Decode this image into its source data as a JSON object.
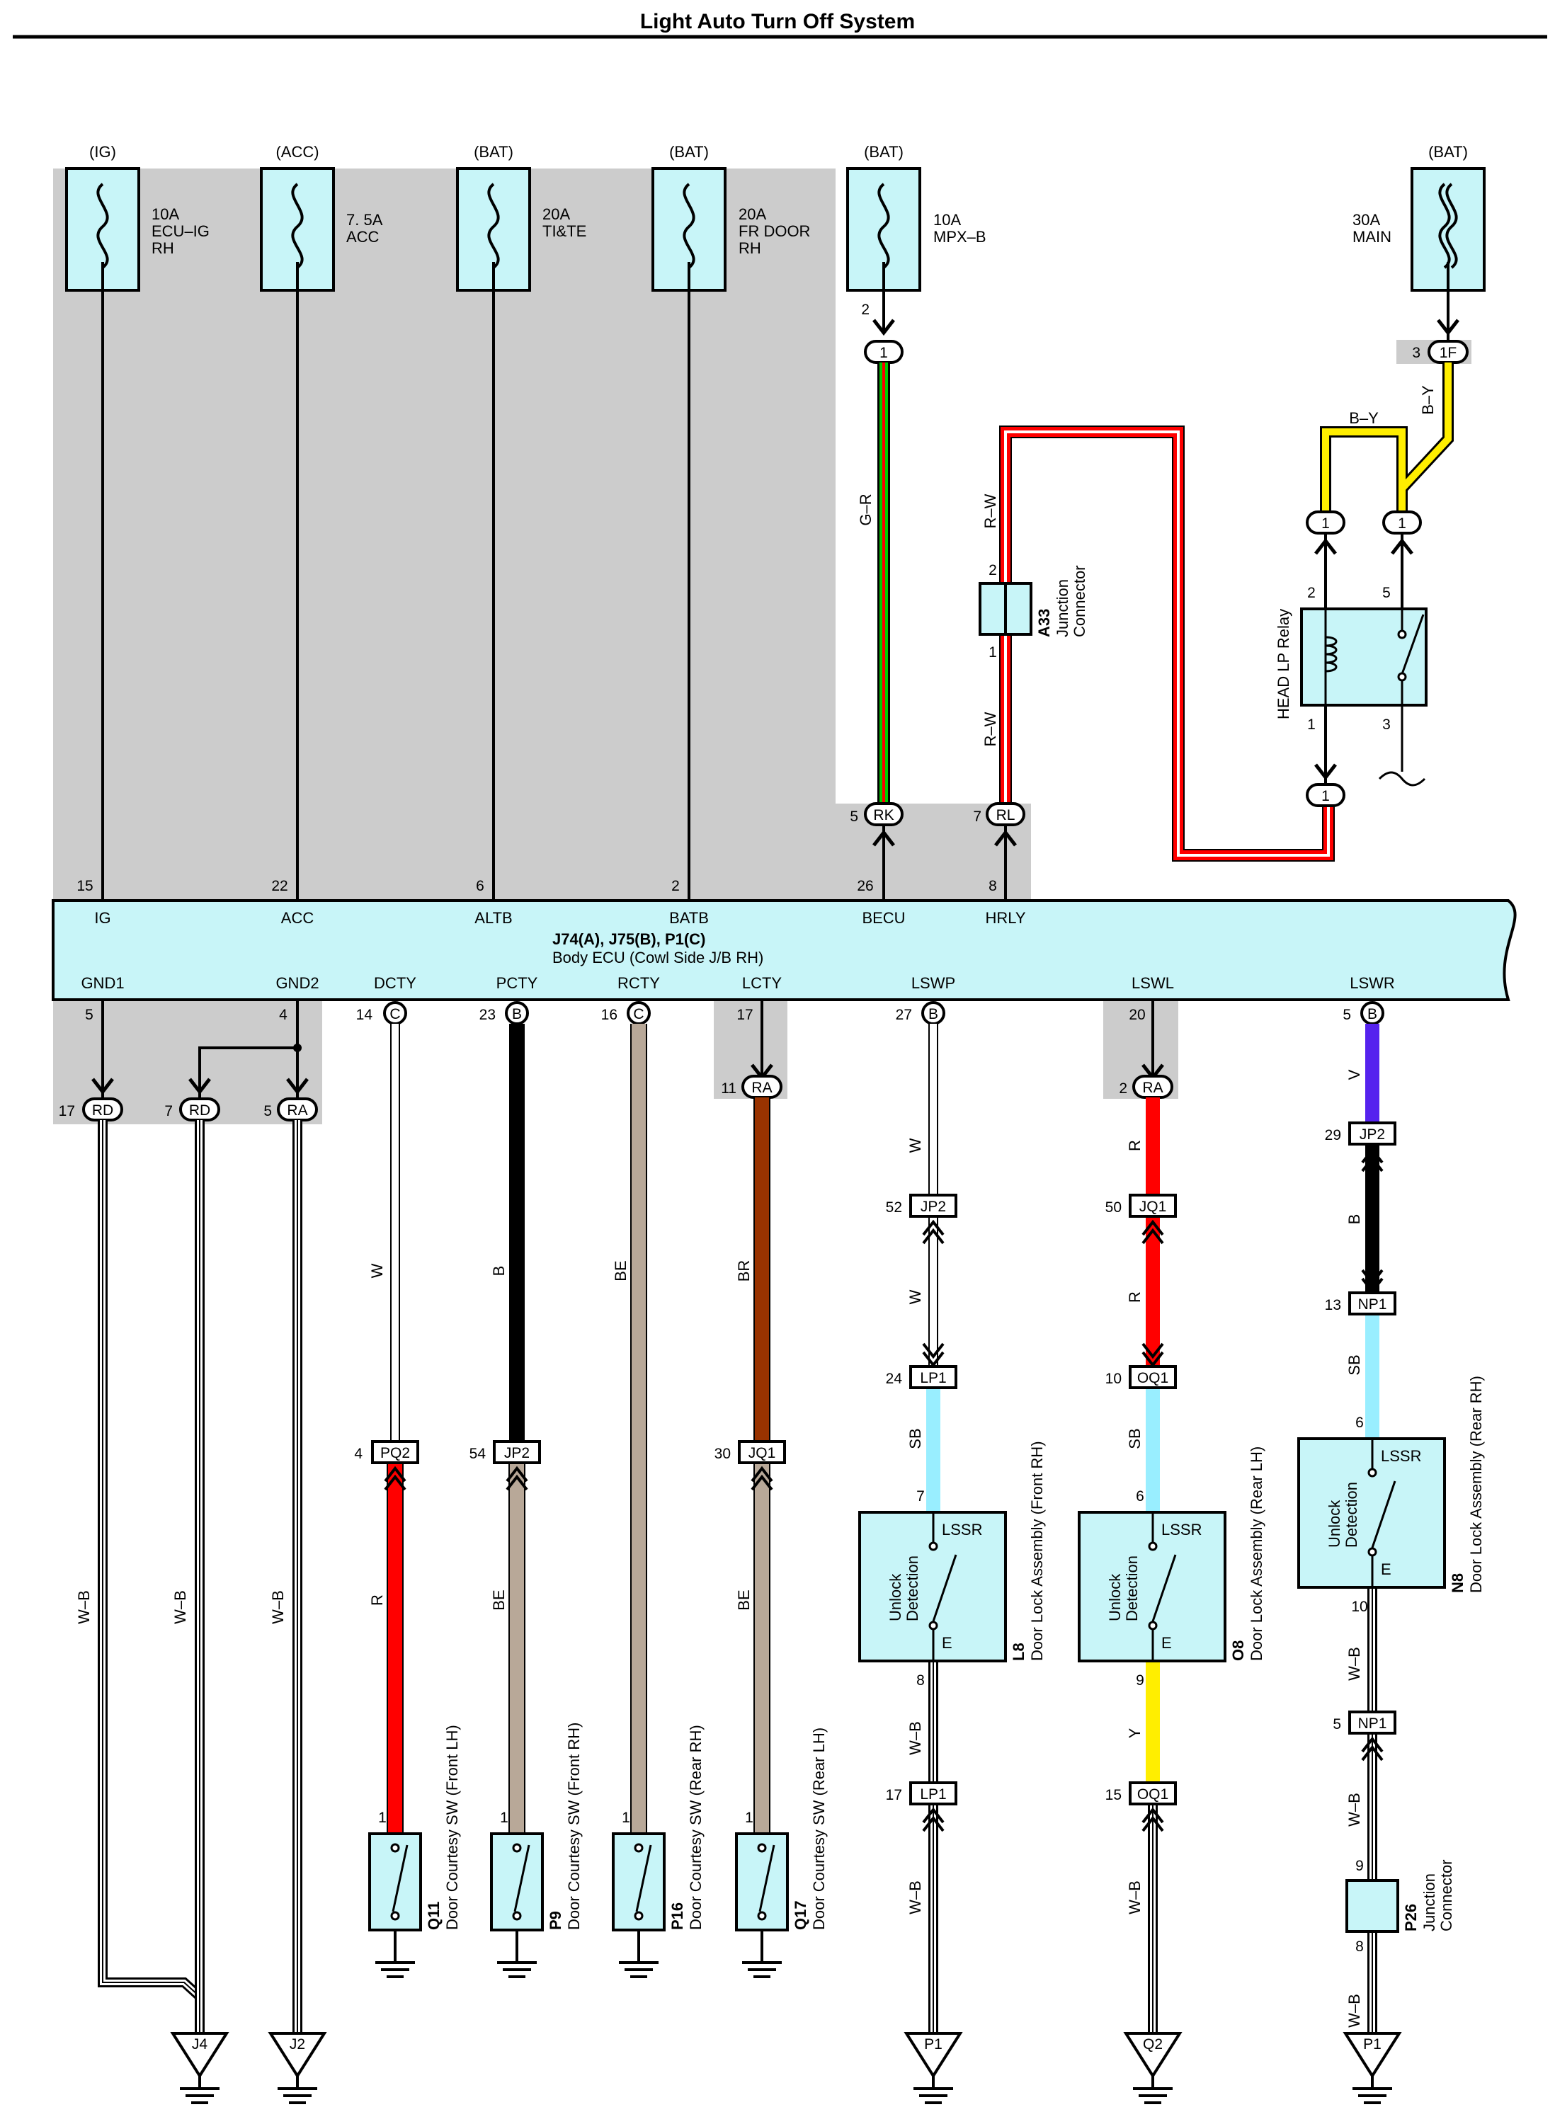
{
  "title": "Light Auto Turn Off System",
  "colors": {
    "box_fill": "#c8f5f8",
    "shade": "#cccccc",
    "R": "#ff0000",
    "G": "#00cc00",
    "B": "#000000",
    "W": "#ffffff",
    "BE": "#b8a898",
    "BR": "#993300",
    "SB": "#99eeff",
    "V": "#5522ee",
    "Y": "#ffee00"
  },
  "fuses": [
    {
      "source": "(IG)",
      "line1": "10A",
      "line2": "ECU–IG",
      "line3": "RH"
    },
    {
      "source": "(ACC)",
      "line1": "7. 5A",
      "line2": "ACC",
      "line3": ""
    },
    {
      "source": "(BAT)",
      "line1": "20A",
      "line2": "TI&TE",
      "line3": ""
    },
    {
      "source": "(BAT)",
      "line1": "20A",
      "line2": "FR DOOR",
      "line3": "RH"
    },
    {
      "source": "(BAT)",
      "line1": "10A",
      "line2": "MPX–B",
      "line3": ""
    },
    {
      "source": "(BAT)",
      "line1": "30A",
      "line2": "MAIN",
      "line3": ""
    }
  ],
  "ecu": {
    "line1": "J74(A), J75(B), P1(C)",
    "line2": "Body ECU (Cowl Side J/B RH)",
    "top_terminals": [
      {
        "name": "IG",
        "pin": "15"
      },
      {
        "name": "ACC",
        "pin": "22"
      },
      {
        "name": "ALTB",
        "pin": "6"
      },
      {
        "name": "BATB",
        "pin": "2"
      },
      {
        "name": "BECU",
        "pin": "26"
      },
      {
        "name": "HRLY",
        "pin": "8"
      }
    ],
    "bottom_terminals": [
      {
        "name": "GND1",
        "pin": "5",
        "conn": ""
      },
      {
        "name": "GND2",
        "pin": "4",
        "conn": ""
      },
      {
        "name": "DCTY",
        "pin": "14",
        "conn": "C"
      },
      {
        "name": "PCTY",
        "pin": "23",
        "conn": "B"
      },
      {
        "name": "RCTY",
        "pin": "16",
        "conn": "C"
      },
      {
        "name": "LCTY",
        "pin": "17",
        "conn": ""
      },
      {
        "name": "LSWP",
        "pin": "27",
        "conn": "B"
      },
      {
        "name": "LSWL",
        "pin": "20",
        "conn": ""
      },
      {
        "name": "LSWR",
        "pin": "5",
        "conn": "B"
      }
    ]
  },
  "junction_pins": {
    "mpx_pin": "2",
    "mpx_conn": "1",
    "rk_pin": "5",
    "rk_conn": "RK",
    "rl_pin": "7",
    "rl_conn": "RL",
    "f1_pin": "3",
    "f1_conn": "1F",
    "relay_conn_a": "1",
    "relay_conn_b": "1",
    "relay_conn_c": "1",
    "rd1_pin": "17",
    "rd1_conn": "RD",
    "rd2_pin": "7",
    "rd2_conn": "RD",
    "ra1_pin": "5",
    "ra1_conn": "RA",
    "ra2_pin": "11",
    "ra2_conn": "RA",
    "ra3_pin": "2",
    "ra3_conn": "RA"
  },
  "wire_labels": {
    "gr": "G–R",
    "rw1": "R–W",
    "rw2": "R–W",
    "by1": "B–Y",
    "by2": "B–Y",
    "wb1": "W–B",
    "wb2": "W–B",
    "wb3": "W–B",
    "w_dcty": "W",
    "r_dcty": "R",
    "b_pcty": "B",
    "be_pcty": "BE",
    "be_rcty": "BE",
    "br_lcty": "BR",
    "be_lcty": "BE",
    "w_lswp1": "W",
    "w_lswp2": "W",
    "sb_lswp": "SB",
    "wb_lswp1": "W–B",
    "wb_lswp2": "W–B",
    "r_lswl1": "R",
    "r_lswl2": "R",
    "sb_lswl": "SB",
    "y_lswl": "Y",
    "wb_lswl": "W–B",
    "v_lswr": "V",
    "b_lswr": "B",
    "sb_lswr": "SB",
    "wb_lswr1": "W–B",
    "wb_lswr2": "W–B",
    "wb_lswr3": "W–B"
  },
  "a33": {
    "code": "A33",
    "line1": "Junction",
    "line2": "Connector",
    "pin_top": "2",
    "pin_bottom": "1"
  },
  "relay": {
    "name": "HEAD LP Relay",
    "p2": "2",
    "p5": "5",
    "p1": "1",
    "p3": "3"
  },
  "inline_connectors": {
    "pq2": {
      "pin": "4",
      "conn": "PQ2"
    },
    "jp2a": {
      "pin": "54",
      "conn": "JP2"
    },
    "jq1a": {
      "pin": "30",
      "conn": "JQ1"
    },
    "jp2b": {
      "pin": "52",
      "conn": "JP2"
    },
    "lp1a": {
      "pin": "24",
      "conn": "LP1"
    },
    "lp1b": {
      "pin": "17",
      "conn": "LP1"
    },
    "jq1b": {
      "pin": "50",
      "conn": "JQ1"
    },
    "oq1a": {
      "pin": "10",
      "conn": "OQ1"
    },
    "oq1b": {
      "pin": "15",
      "conn": "OQ1"
    },
    "jp2c": {
      "pin": "29",
      "conn": "JP2"
    },
    "np1a": {
      "pin": "13",
      "conn": "NP1"
    },
    "np1b": {
      "pin": "5",
      "conn": "NP1"
    }
  },
  "door_switches": [
    {
      "code": "Q11",
      "name": "Door Courtesy SW (Front LH)",
      "pin": "1"
    },
    {
      "code": "P9",
      "name": "Door Courtesy SW (Front RH)",
      "pin": "1"
    },
    {
      "code": "P16",
      "name": "Door Courtesy SW (Rear RH)",
      "pin": "1"
    },
    {
      "code": "Q17",
      "name": "Door Courtesy SW (Rear LH)",
      "pin": "1"
    }
  ],
  "door_locks": [
    {
      "code": "L8",
      "name": "Door Lock Assembly (Front RH)",
      "sw": "LSSR",
      "det1": "Unlock",
      "det2": "Detection",
      "e": "E",
      "pin_top": "7",
      "pin_bottom": "8"
    },
    {
      "code": "O8",
      "name": "Door Lock Assembly (Rear LH)",
      "sw": "LSSR",
      "det1": "Unlock",
      "det2": "Detection",
      "e": "E",
      "pin_top": "6",
      "pin_bottom": "9"
    },
    {
      "code": "N8",
      "name": "Door Lock Assembly (Rear RH)",
      "sw": "LSSR",
      "det1": "Unlock",
      "det2": "Detection",
      "e": "E",
      "pin_top": "6",
      "pin_bottom": "10"
    }
  ],
  "p26": {
    "code": "P26",
    "line1": "Junction",
    "line2": "Connector",
    "pin_top": "9",
    "pin_bottom": "8"
  },
  "grounds": [
    "J4",
    "J2",
    "P1",
    "Q2",
    "P1"
  ]
}
